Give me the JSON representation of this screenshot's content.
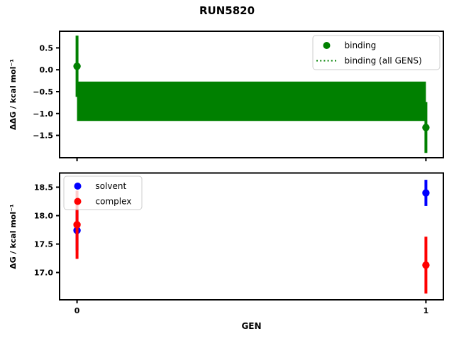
{
  "title": "RUN5820",
  "chart_data": [
    {
      "type": "scatter",
      "subplot": "top",
      "title": "RUN5820",
      "ylabel": "ΔΔG / kcal mol⁻¹",
      "xlabel": "",
      "grid": false,
      "xlim": [
        -0.05,
        1.05
      ],
      "ylim": [
        -2.01,
        0.88
      ],
      "yticks": [
        0.5,
        0.0,
        -0.5,
        -1.0,
        -1.5
      ],
      "ytick_labels": [
        "0.5",
        "0.0",
        "−0.5",
        "−1.0",
        "−1.5"
      ],
      "xticks": [
        0,
        1
      ],
      "xtick_labels": [
        "",
        ""
      ],
      "series": [
        {
          "name": "binding",
          "style": "errorbar-scatter",
          "color": "#008000",
          "x": [
            0,
            1
          ],
          "y": [
            0.08,
            -1.32
          ],
          "yerr": [
            0.7,
            0.58
          ]
        },
        {
          "name": "binding (all GENS)",
          "style": "band",
          "color": "#008000",
          "x": [
            0,
            1
          ],
          "band_lo": -1.17,
          "band_hi": -0.27
        }
      ],
      "legend": {
        "position": "upper right",
        "entries": [
          {
            "label": "binding",
            "handle": "dot",
            "color": "#008000"
          },
          {
            "label": "binding (all GENS)",
            "handle": "dotted-line",
            "color": "#008000"
          }
        ]
      }
    },
    {
      "type": "scatter",
      "subplot": "bottom",
      "ylabel": "ΔG / kcal mol⁻¹",
      "xlabel": "GEN",
      "grid": false,
      "xlim": [
        -0.05,
        1.05
      ],
      "ylim": [
        16.52,
        18.75
      ],
      "yticks": [
        18.5,
        18.0,
        17.5,
        17.0
      ],
      "ytick_labels": [
        "18.5",
        "18.0",
        "17.5",
        "17.0"
      ],
      "xticks": [
        0,
        1
      ],
      "xtick_labels": [
        "0",
        "1"
      ],
      "series": [
        {
          "name": "solvent",
          "style": "errorbar-scatter",
          "color": "#0000ff",
          "x": [
            0,
            1
          ],
          "y": [
            17.74,
            18.4
          ],
          "yerr": [
            0.35,
            0.23
          ]
        },
        {
          "name": "complex",
          "style": "errorbar-scatter",
          "color": "#ff0000",
          "x": [
            0,
            1
          ],
          "y": [
            17.84,
            17.13
          ],
          "yerr": [
            0.6,
            0.5
          ]
        }
      ],
      "legend": {
        "position": "upper left",
        "entries": [
          {
            "label": "solvent",
            "handle": "dot",
            "color": "#0000ff"
          },
          {
            "label": "complex",
            "handle": "dot",
            "color": "#ff0000"
          }
        ]
      }
    }
  ],
  "colors": {
    "binding": "#008000",
    "solvent": "#0000ff",
    "complex": "#ff0000",
    "axis": "#000000",
    "legend_border": "#cccccc"
  }
}
